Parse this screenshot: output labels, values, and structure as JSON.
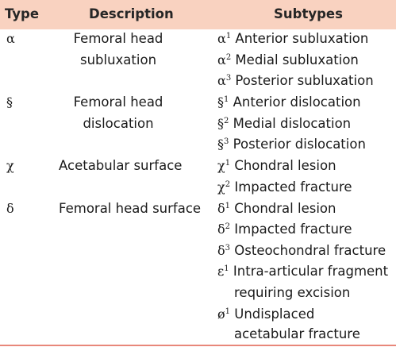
{
  "headers": {
    "type": "Type",
    "description": "Description",
    "subtypes": "Subtypes"
  },
  "rows": [
    {
      "type": "α",
      "description": [
        "Femoral head",
        "subluxation"
      ],
      "subtypes": [
        {
          "sym": "α",
          "sup": "1",
          "text": " Anterior subluxation"
        },
        {
          "sym": "α",
          "sup": "2",
          "text": " Medial subluxation"
        },
        {
          "sym": "α",
          "sup": "3",
          "text": " Posterior subluxation"
        }
      ]
    },
    {
      "type": "§",
      "description": [
        "Femoral head",
        "dislocation"
      ],
      "subtypes": [
        {
          "sym": "§",
          "sup": "1",
          "text": " Anterior dislocation"
        },
        {
          "sym": "§",
          "sup": "2",
          "text": " Medial dislocation"
        },
        {
          "sym": "§",
          "sup": "3",
          "text": " Posterior dislocation"
        }
      ]
    },
    {
      "type": "χ",
      "description": [
        "Acetabular surface"
      ],
      "subtypes": [
        {
          "sym": "χ",
          "sup": "1",
          "text": " Chondral lesion"
        },
        {
          "sym": "χ",
          "sup": "2",
          "text": " Impacted fracture"
        }
      ]
    },
    {
      "type": "δ",
      "description": [
        "Femoral head surface"
      ],
      "subtypes": [
        {
          "sym": "δ",
          "sup": "1",
          "text": " Chondral lesion"
        },
        {
          "sym": "δ",
          "sup": "2",
          "text": " Impacted fracture"
        },
        {
          "sym": "δ",
          "sup": "3",
          "text": " Osteochondral fracture"
        },
        {
          "sym": "ε",
          "sup": "1",
          "text": " Intra-articular fragment",
          "cont": "requiring excision"
        },
        {
          "sym": "ø",
          "sup": "1",
          "text": " Undisplaced",
          "cont": "acetabular fracture"
        }
      ]
    }
  ],
  "colors": {
    "header_bg": "#f9d2c0",
    "rule": "#e8877a"
  }
}
